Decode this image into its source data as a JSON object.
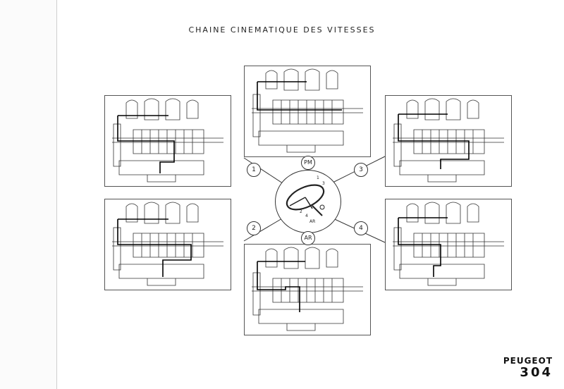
{
  "title": "CHAINE CINEMATIQUE DES VITESSES",
  "labels": {
    "pm": "PM",
    "ar": "AR",
    "g1": "1",
    "g2": "2",
    "g3": "3",
    "g4": "4"
  },
  "selector_labels": {
    "s1": "1",
    "s3": "3",
    "s2": "2",
    "s4": "4",
    "sar": "AR"
  },
  "brand": {
    "name": "PEUGEOT",
    "model": "304"
  }
}
